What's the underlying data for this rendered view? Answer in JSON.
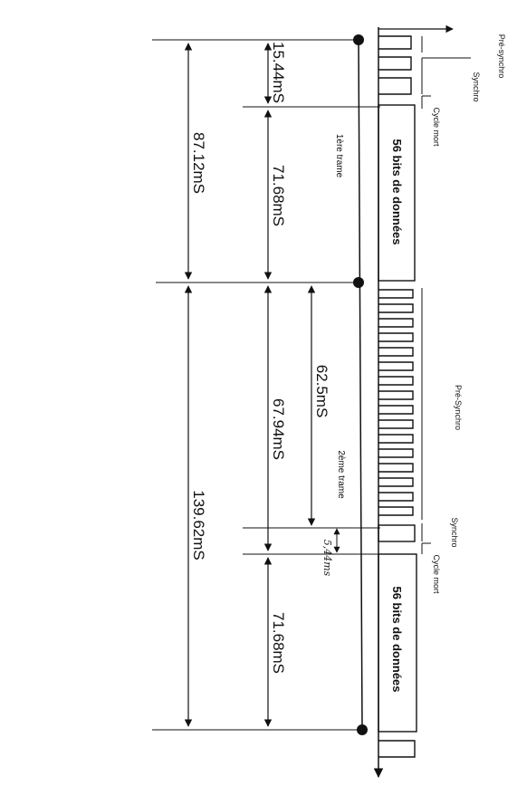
{
  "measurements": {
    "d_15_44": "15.44mS",
    "d_87_12": "87.12mS",
    "d_71_68_top": "71.68mS",
    "d_62_5": "62.5mS",
    "d_67_94": "67.94mS",
    "d_139_62": "139.62mS",
    "d_71_68_bottom": "71.68mS",
    "d_5_44_handwritten": "5,44ms"
  },
  "frames": {
    "frame1": {
      "label": "1ère trame",
      "data_bits": "56 bits de données"
    },
    "frame2": {
      "label": "2ème trame",
      "data_bits": "56 bits de données"
    }
  },
  "signal_labels": {
    "pre_synchro_top": "Pré-synchro",
    "synchro_top": "Synchro",
    "cycle_mort_top": "Cycle mort",
    "pre_synchro_mid": "Pré-Synchro",
    "synchro_bottom": "Synchro",
    "cycle_mort_bottom": "Cycle mort"
  },
  "colors": {
    "ink": "#111111",
    "paper": "#ffffff"
  }
}
